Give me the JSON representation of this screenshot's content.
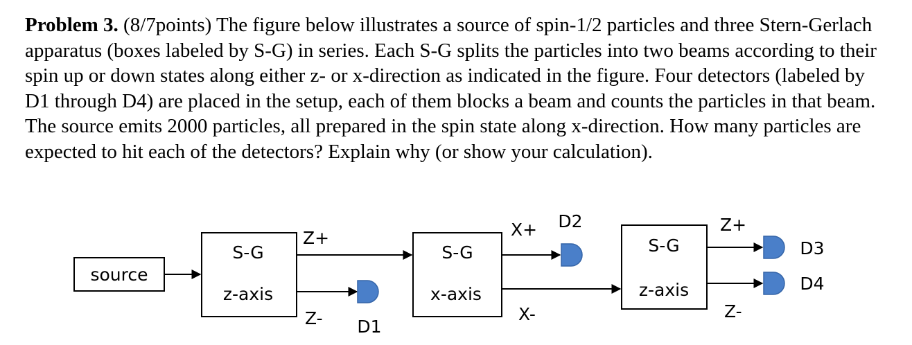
{
  "problem": {
    "heading": "Problem 3.",
    "text": " (8/7points) The figure below illustrates a source of spin-1/2 particles and three Stern-Gerlach apparatus (boxes labeled by S-G) in series. Each S-G splits the particles into two beams according to their spin up or down states along either z- or x-direction as indicated in the figure. Four detectors (labeled by D1 through D4) are placed in the setup, each of them blocks a beam and counts the particles in that beam. The source emits 2000 particles, all prepared in the spin state along x-direction. How many particles are expected to hit each of the detectors? Explain why (or show your calculation)."
  },
  "diagram": {
    "source": "source",
    "sg1": {
      "title": "S-G",
      "axis": "z-axis",
      "up": "Z+",
      "down": "Z-"
    },
    "sg2": {
      "title": "S-G",
      "axis": "x-axis",
      "up": "X+",
      "down": "X-"
    },
    "sg3": {
      "title": "S-G",
      "axis": "z-axis",
      "up": "Z+",
      "down": "Z-"
    },
    "detectors": {
      "d1": "D1",
      "d2": "D2",
      "d3": "D3",
      "d4": "D4"
    },
    "detector_color": "#4a7fc9"
  }
}
